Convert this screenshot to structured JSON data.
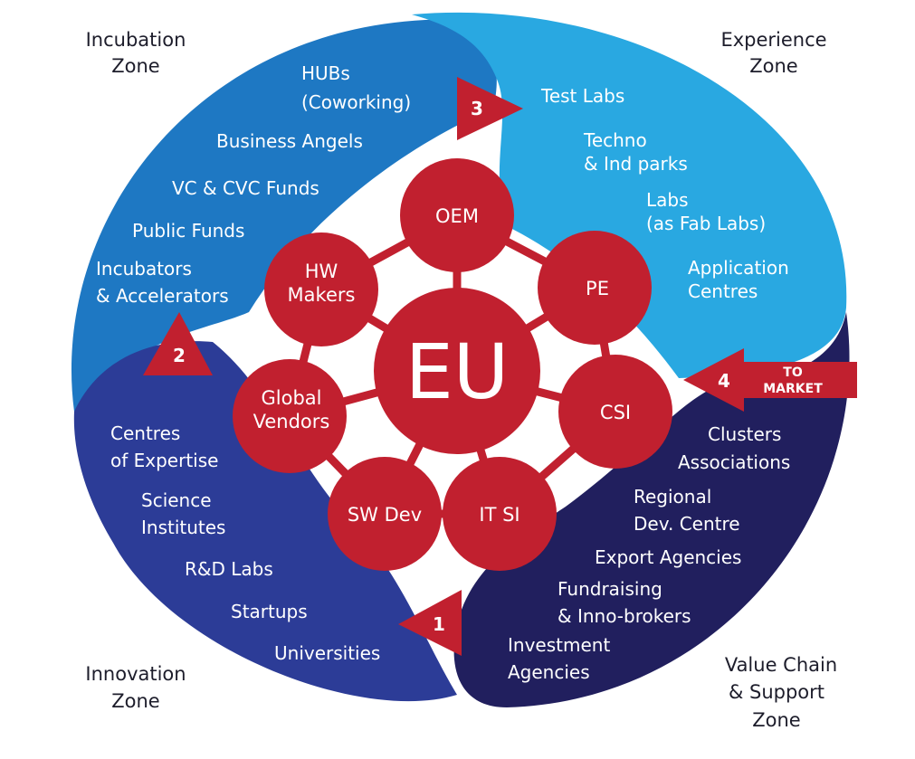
{
  "colors": {
    "incubation": "#1e78c3",
    "experience": "#29a8e1",
    "innovation": "#2c3c97",
    "value_chain": "#211f5e",
    "red": "#c1202f"
  },
  "zones": {
    "incubation": {
      "title": [
        "Incubation",
        "Zone"
      ],
      "items": [
        [
          "HUBs",
          "(Coworking)"
        ],
        [
          "Business Angels"
        ],
        [
          "VC & CVC Funds"
        ],
        [
          "Public Funds"
        ],
        [
          "Incubators",
          "& Accelerators"
        ]
      ]
    },
    "experience": {
      "title": [
        "Experience",
        "Zone"
      ],
      "items": [
        [
          "Test Labs"
        ],
        [
          "Techno",
          "& Ind parks"
        ],
        [
          "Labs",
          "(as Fab Labs)"
        ],
        [
          "Application",
          "Centres"
        ]
      ]
    },
    "innovation": {
      "title": [
        "Innovation",
        "Zone"
      ],
      "items": [
        [
          "Centres",
          "of Expertise"
        ],
        [
          "Science",
          "Institutes"
        ],
        [
          "R&D Labs"
        ],
        [
          "Startups"
        ],
        [
          "Universities"
        ]
      ]
    },
    "value_chain": {
      "title": [
        "Value Chain",
        "& Support",
        "Zone"
      ],
      "items": [
        [
          "Clusters",
          "Associations"
        ],
        [
          "Regional",
          "Dev. Centre"
        ],
        [
          "Export Agencies"
        ],
        [
          "Fundraising",
          "& Inno-brokers"
        ],
        [
          "Investment",
          "Agencies"
        ]
      ]
    }
  },
  "hub": "EU",
  "nodes": [
    [
      "OEM"
    ],
    [
      "PE"
    ],
    [
      "CSI"
    ],
    [
      "IT SI"
    ],
    [
      "SW Dev"
    ],
    [
      "Global",
      "Vendors"
    ],
    [
      "HW",
      "Makers"
    ]
  ],
  "arrows": {
    "a1": "1",
    "a2": "2",
    "a3": "3",
    "a4": "4",
    "a4_label": [
      "TO",
      "MARKET"
    ]
  }
}
